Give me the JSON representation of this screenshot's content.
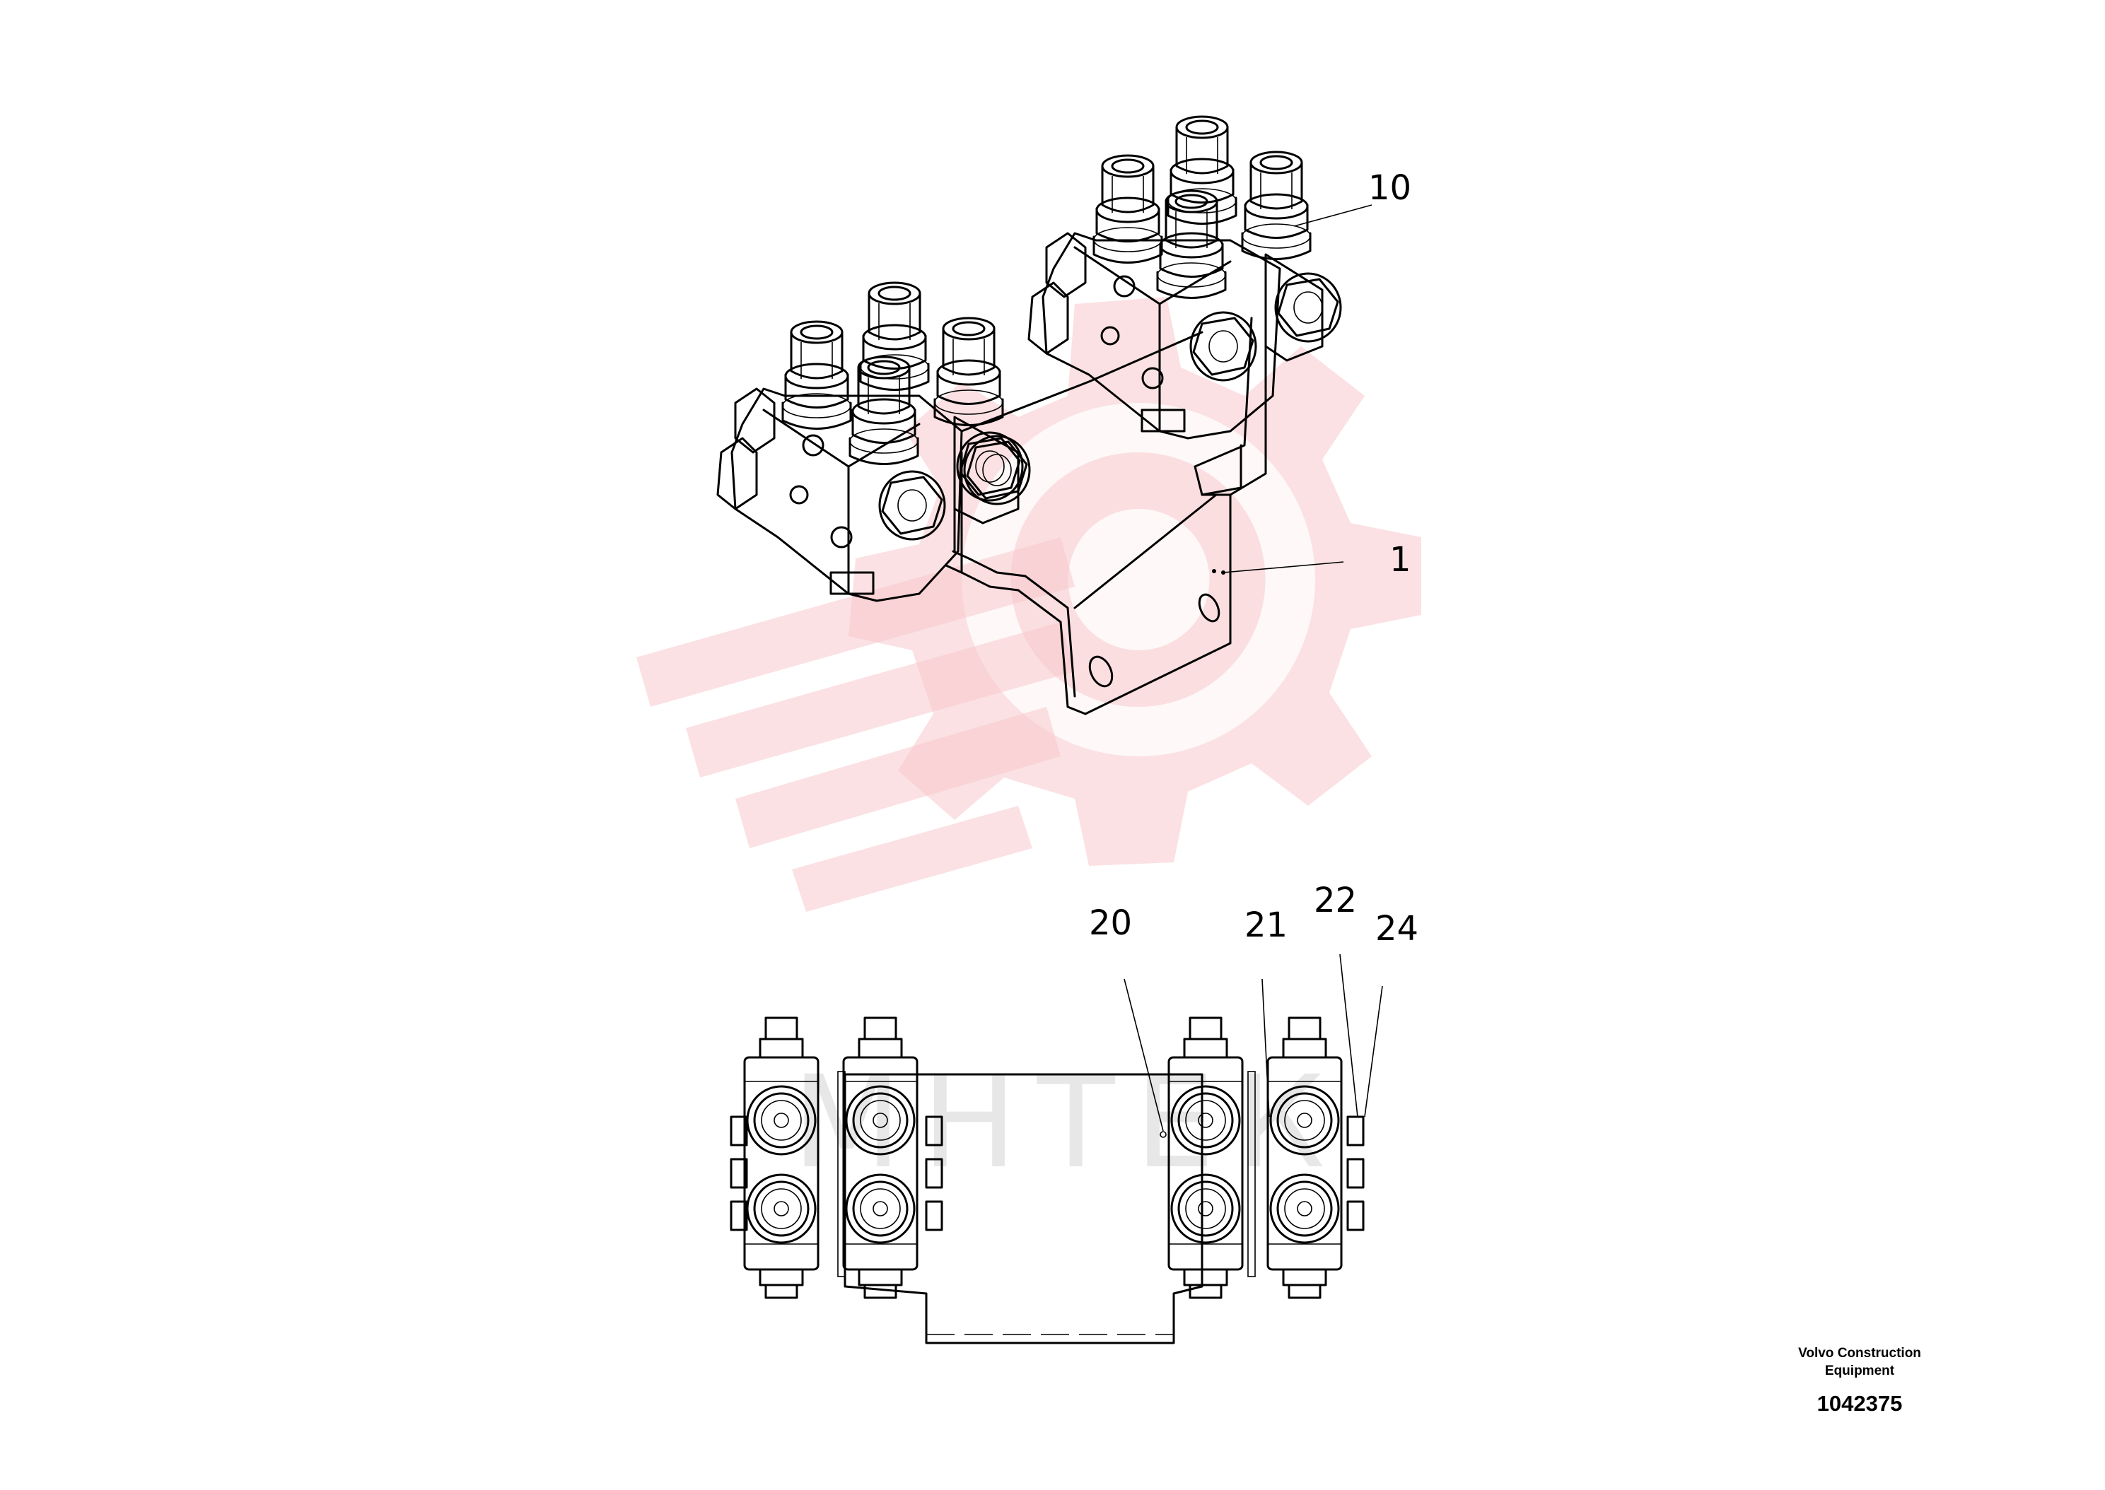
{
  "callouts": [
    {
      "id": "10",
      "label": "10"
    },
    {
      "id": "1",
      "label": "1"
    },
    {
      "id": "20",
      "label": "20"
    },
    {
      "id": "21",
      "label": "21"
    },
    {
      "id": "22",
      "label": "22"
    },
    {
      "id": "24",
      "label": "24"
    }
  ],
  "watermark": {
    "text": "МНТЕК",
    "color": "#f7c9cc"
  },
  "footer": {
    "manufacturer_line1": "Volvo Construction",
    "manufacturer_line2": "Equipment",
    "drawing_number": "1042375"
  }
}
